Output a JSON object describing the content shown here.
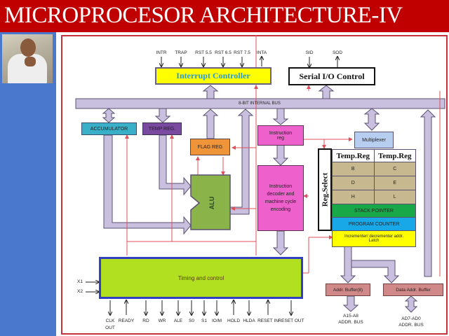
{
  "slide": {
    "title": "MICROPROCESOR ARCHITECTURE-IV",
    "presenter_photo": "presenter-webcam"
  },
  "colors": {
    "title_bar": "#c00000",
    "sidebar": "#4a78cc",
    "frame": "#c8323c",
    "bus": "#c9c0e0",
    "control_line": "#e0505a"
  },
  "diagram": {
    "interrupt_signals": [
      "INTR",
      "TRAP",
      "RST 5.5",
      "RST 6.5",
      "RST 7.5",
      "INTA"
    ],
    "interrupt_controller": "Interrupt Controller",
    "serial_signals": [
      "SID",
      "SOD"
    ],
    "serial_io": "Serial I/O Control",
    "internal_bus": "8-BIT INTERNAL BUS",
    "accumulator": "ACCUMULATOR",
    "temp_reg": "TEMP REG.",
    "flag_reg": "FLAG REG",
    "alu": "ALU",
    "instruction_reg": [
      "Instruction",
      "reg"
    ],
    "instruction_decoder": [
      "Instruction",
      "decoder and",
      "machine cycle",
      "encoding"
    ],
    "multiplexer": "Multiplexer",
    "reg_select": "Reg.Select",
    "register_headers": [
      "Temp.Reg",
      "Temp.Reg"
    ],
    "register_pairs": [
      [
        "B",
        "C"
      ],
      [
        "D",
        "E"
      ],
      [
        "H",
        "L"
      ]
    ],
    "stack_pointer": "STACK POINTER",
    "program_counter": "PROGRAM COUNTER",
    "incrementer": [
      "Incrementer/ decrementer addr.",
      "Latch"
    ],
    "timing_control": "Timing and control",
    "clock_inputs": [
      "X1",
      "X2"
    ],
    "control_signals": [
      "CLK OUT",
      "READY",
      "RD",
      "WR",
      "ALE",
      "S0",
      "S1",
      "IO/M",
      "HOLD",
      "HLDA",
      "RESET IN",
      "RESET OUT"
    ],
    "addr_buffer": "Addr. Buffer(8)",
    "data_addr_buffer": "Data Addr. Buffer",
    "addr_bus": [
      "A15-A8",
      "ADDR. BUS"
    ],
    "data_bus": [
      "AD7-AD0",
      "ADDR. BUS"
    ]
  }
}
